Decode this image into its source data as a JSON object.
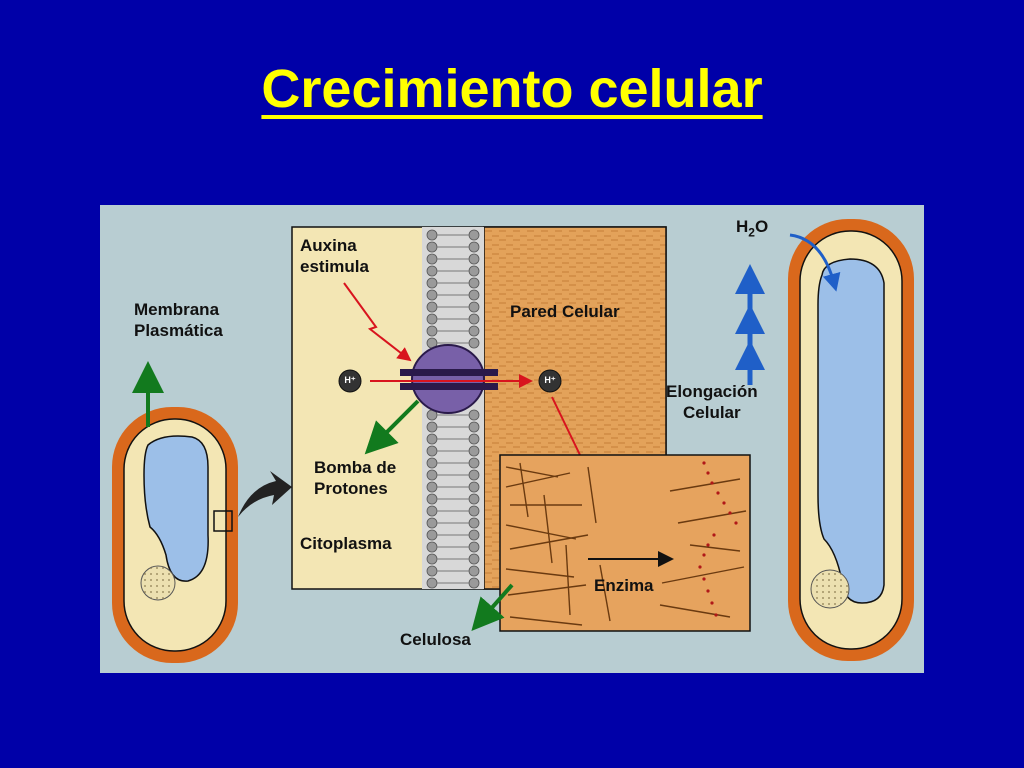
{
  "title": "Crecimiento celular",
  "labels": {
    "membrana_line1": "Membrana",
    "membrana_line2": "Plasmática",
    "auxina_line1": "Auxina",
    "auxina_line2": "estimula",
    "pared": "Pared Celular",
    "bomba_line1": "Bomba de",
    "bomba_line2": "Protones",
    "citoplasma": "Citoplasma",
    "enzima": "Enzima",
    "celulosa": "Celulosa",
    "elongacion_line1": "Elongación",
    "elongacion_line2": "Celular",
    "h2o_h": "H",
    "h2o_sub": "2",
    "h2o_o": "O",
    "proton_left": "H⁺",
    "proton_right": "H⁺"
  },
  "colors": {
    "background": "#0000a8",
    "title": "#ffff00",
    "panel": "#b8cdd2",
    "cell_wall": "#d9681c",
    "cytoplasm": "#f3e6b4",
    "vacuole": "#9cbfe8",
    "wall_texture": "#e3a25a",
    "pump": "#7860a8",
    "arrow_green": "#127a1e",
    "arrow_red": "#d8141e",
    "arrow_blue": "#1f5fc8"
  }
}
